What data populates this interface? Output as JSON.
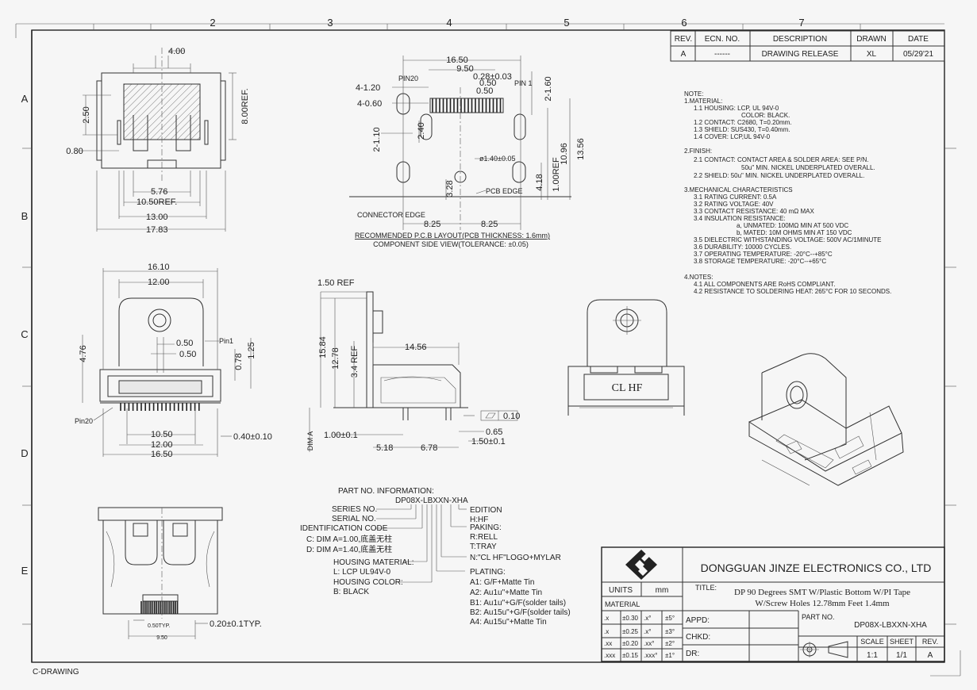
{
  "frame": {
    "columns": [
      "2",
      "3",
      "4",
      "5",
      "6",
      "7"
    ],
    "rows": [
      "A",
      "B",
      "C",
      "D",
      "E"
    ],
    "footer_label": "C-DRAWING"
  },
  "revision_table": {
    "headers": [
      "REV.",
      "ECN. NO.",
      "DESCRIPTION",
      "DRAWN",
      "DATE"
    ],
    "row": [
      "A",
      "------",
      "DRAWING RELEASE",
      "XL",
      "05/29'21"
    ]
  },
  "notes": [
    "NOTE:",
    "1.MATERIAL:",
    "1.1  HOUSING: LCP, UL 94V-0",
    "COLOR: BLACK.",
    "1.2  CONTACT: C2680, T=0.20mm.",
    "1.3  SHIELD: SUS430, T=0.40mm.",
    "1.4  COVER: LCP,UL 94V-0",
    "2.FINISH:",
    "2.1  CONTACT: CONTACT AREA & SOLDER AREA: SEE P/N.",
    "50u\" MIN. NICKEL UNDERPLATED OVERALL.",
    "2.2  SHIELD: 50u\" MIN. NICKEL UNDERPLATED OVERALL.",
    "3.MECHANICAL CHARACTERISTICS",
    "3.1  RATING CURRENT: 0.5A",
    "3.2  RATING VOLTAGE: 40V",
    "3.3  CONTACT RESISTANCE: 40 mΩ MAX",
    "3.4  INSULATION RESISTANCE:",
    "a, UNMATED: 100MΩ MIN AT 500 VDC",
    "b, MATED:     10M OHMS MIN AT 150 VDC",
    "3.5  DIELECTRIC WITHSTANDING VOLTAGE: 500V AC/1MINUTE",
    "3.6  DURABILITY: 10000 CYCLES.",
    "3.7  OPERATING TEMPERATURE: -20°C--+85°C",
    "3.8  STORAGE TEMPERATURE: -20°C--+65°C",
    "4.NOTES:",
    "4.1  ALL COMPONENTS ARE RoHS COMPLIANT.",
    "4.2  RESISTANCE TO SOLDERING HEAT: 265°C FOR 10 SECONDS."
  ],
  "top_view_dims": {
    "d1": "4.00",
    "d2": "2.50",
    "d3": "0.80",
    "d4": "8.00REF.",
    "d5": "5.76",
    "d6": "10.50REF.",
    "d7": "13.00",
    "d8": "17.83"
  },
  "pcb_layout": {
    "d1": "16.50",
    "d2": "9.50",
    "d3": "0.28±0.03",
    "d4": "0.50",
    "d5": "0.50",
    "pin20": "PIN20",
    "pin1": "PIN 1",
    "d6": "4-1.20",
    "d7": "4-0.60",
    "d8": "2-1.60",
    "d9": "2-1.10",
    "d10": "2.40",
    "d11": "ø1.40±0.05",
    "d12": "10.96",
    "d13": "13.56",
    "d14": "1.00REF",
    "d15": "4.18",
    "d16": "3.28",
    "pcb_edge": "PCB EDGE",
    "connector_edge": "CONNECTOR EDGE",
    "d17": "8.25",
    "d18": "8.25",
    "caption1": "RECOMMENDED P.C.B LAYOUT(PCB THICKNESS: 1.6mm)",
    "caption2": "COMPONENT SIDE VIEW(TOLERANCE: ±0.05)"
  },
  "front_view_dims": {
    "d1": "16.10",
    "d2": "12.00",
    "d3": "0.50",
    "d4": "0.50",
    "pin1": "Pin1",
    "d5": "4.76",
    "d6": "0.78",
    "d7": "1.25",
    "pin20": "Pin20",
    "d8": "10.50",
    "d9": "12.00",
    "d10": "16.50",
    "d11": "0.40±0.10"
  },
  "side_view_dims": {
    "d1": "1.50 REF",
    "d2": "15.84",
    "d3": "12.78",
    "d4": "3.4 REF",
    "d5": "14.56",
    "d6": "0.10",
    "d7": "0.65",
    "d8": "1.00±0.1",
    "d9": "1.50±0.1",
    "d10": "5.18",
    "d11": "6.78",
    "dim_a": "DIM A"
  },
  "rear_view": {
    "mark": "CL HF"
  },
  "bottom_view_dims": {
    "d1": "0.50TYP.",
    "d2": "9.50",
    "d3": "0.20±0.1TYP."
  },
  "part_info": {
    "title": "PART NO. INFORMATION:",
    "part": "DP08X-LBXXN-XHA",
    "left_lines": [
      "SERIES NO.",
      "SERIAL NO.",
      "IDENTIFICATION CODE",
      "C: DIM A=1.00,底盖无柱",
      "D: DIM A=1.40,底盖无柱",
      "HOUSING MATERIAL:",
      "L: LCP UL94V-0",
      "HOUSING COLOR:",
      "B: BLACK"
    ],
    "right_lines": [
      "EDITION",
      "H:HF",
      "PAKING:",
      "R:RELL",
      "T:TRAY",
      "N:\"CL HF\"LOGO+MYLAR",
      "PLATING:",
      "A1: G/F+Matte Tin",
      "A2: Au1u\"+Matte Tin",
      "B1: Au1u\"+G/F(solder tails)",
      "B2: Au15u\"+G/F(solder tails)",
      "A4: Au15u\"+Matte Tin"
    ]
  },
  "title_block": {
    "company": "DONGGUAN JINZE ELECTRONICS CO., LTD",
    "units_label": "UNITS",
    "units_value": "mm",
    "title_label": "TITLE:",
    "title_line1": "DP 90 Degrees SMT W/Plastic Bottom W/PI Tape",
    "title_line2": "W/Screw Holes 12.78mm Feet 1.4mm",
    "material_label": "MATERIAL",
    "tolerances": [
      [
        ".x",
        "±0.30",
        ".x°",
        "±5°"
      ],
      [
        ".x",
        "±0.25",
        ".x°",
        "±3°"
      ],
      [
        ".xx",
        "±0.20",
        ".xx°",
        "±2°"
      ],
      [
        ".xxx",
        "±0.15",
        ".xxx°",
        "±1°"
      ]
    ],
    "appd": "APPD:",
    "chkd": "CHKD:",
    "dr": "DR:",
    "part_no_label": "PART NO.",
    "part_no": "DP08X-LBXXN-XHA",
    "scale_label": "SCALE",
    "scale": "1:1",
    "sheet_label": "SHEET",
    "sheet": "1/1",
    "rev_label": "REV.",
    "rev": "A"
  }
}
